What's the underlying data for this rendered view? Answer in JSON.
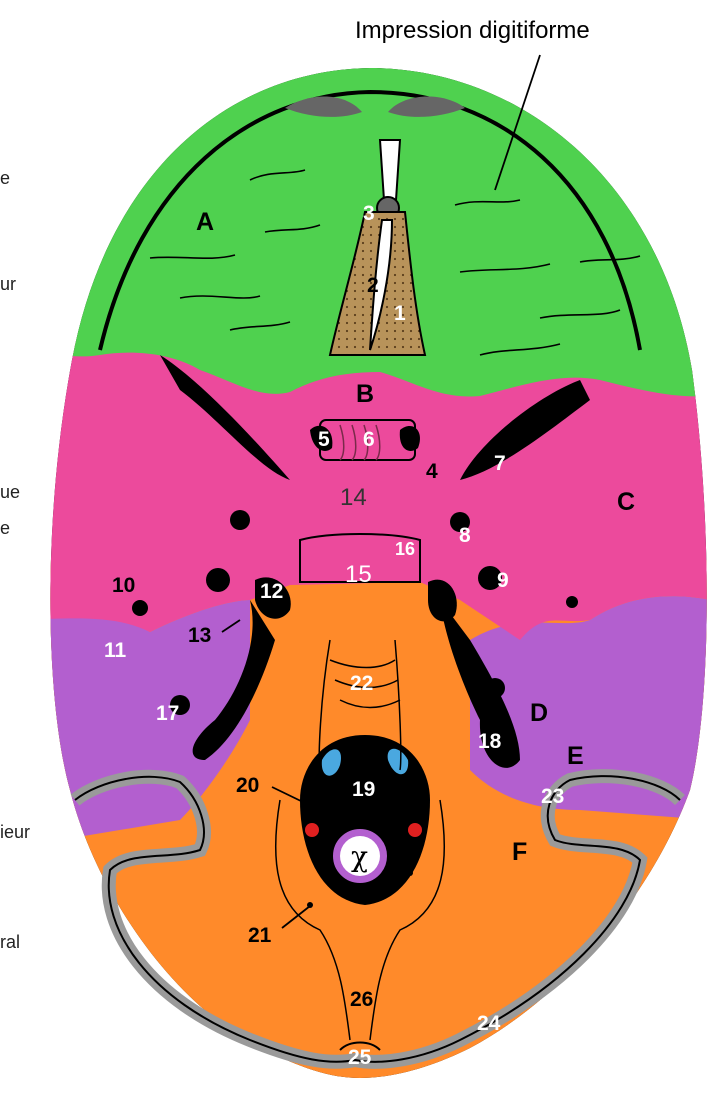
{
  "title_annotation": "Impression digitiforme",
  "edge_fragments": [
    "e",
    "ur",
    "ue",
    "e",
    "ieur",
    "ral"
  ],
  "regions": {
    "A": {
      "label": "A",
      "color": "#4fd14f"
    },
    "B": {
      "label": "B",
      "color": "#ec4a9c"
    },
    "C": {
      "label": "C",
      "color": "#ec4a9c"
    },
    "D": {
      "label": "D",
      "color": "#b35fcf"
    },
    "E": {
      "label": "E",
      "color": "#b35fcf"
    },
    "F": {
      "label": "F",
      "color": "#ff8a2a"
    }
  },
  "numbers": {
    "n1": "1",
    "n2": "2",
    "n3": "3",
    "n4": "4",
    "n5": "5",
    "n6": "6",
    "n7": "7",
    "n8": "8",
    "n9": "9",
    "n10": "10",
    "n11": "11",
    "n12": "12",
    "n13": "13",
    "n14": "14",
    "n15": "15",
    "n16": "16",
    "n17": "17",
    "n18": "18",
    "n19": "19",
    "n20": "20",
    "n21": "21",
    "n22": "22",
    "n23": "23",
    "n24": "24",
    "n25": "25",
    "n26": "26"
  },
  "foramen_symbol": "χ",
  "colors": {
    "frontal": "#4fd14f",
    "frontal_rim": "#22b322",
    "sphenoid": "#ec4a9c",
    "temporal": "#b35fcf",
    "occipital": "#ff8a2a",
    "bone_rim": "#9a9a9a",
    "ethmoid": "#b8935a",
    "hole": "#000000"
  }
}
